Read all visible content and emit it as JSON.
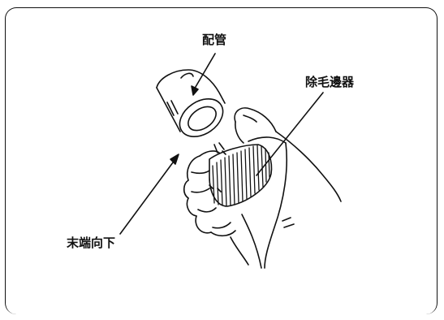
{
  "labels": {
    "pipe": "配管",
    "deburrer": "除毛邊器",
    "end_down": "末端向下"
  },
  "colors": {
    "ink": "#111111",
    "background": "#ffffff"
  }
}
